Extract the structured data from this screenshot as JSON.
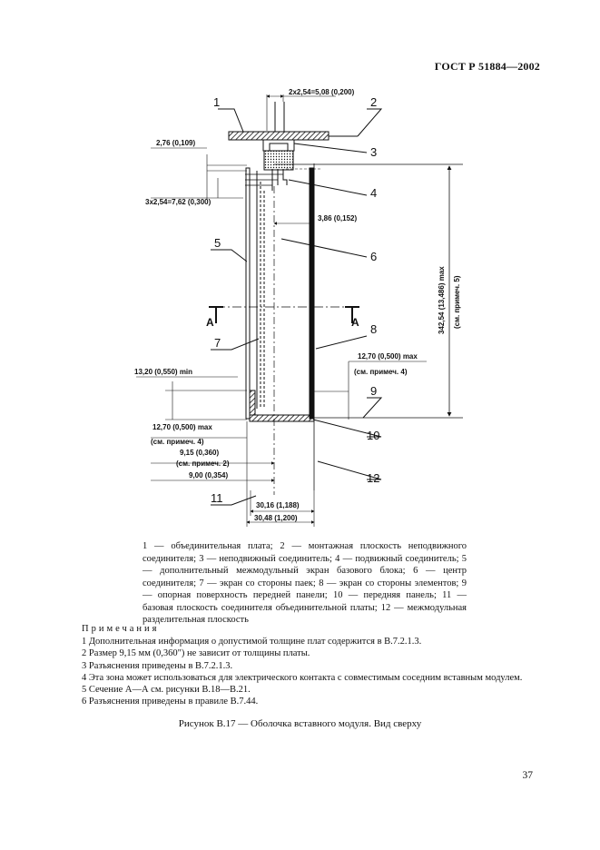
{
  "header": {
    "standard": "ГОСТ Р 51884—2002"
  },
  "drawing": {
    "callouts": [
      "1",
      "2",
      "3",
      "4",
      "5",
      "6",
      "7",
      "8",
      "9",
      "10",
      "11",
      "12"
    ],
    "section_mark": "А",
    "dims": {
      "top_pitch": "2x2,54=5,08 (0,200)",
      "d276": "2,76 (0,109)",
      "pitch3": "3x2,54=7,62 (0,300)",
      "d386": "3,86 (0,152)",
      "d1320": "13,20 (0,550) min",
      "d1270a": "12,70 (0,500) max",
      "d1270a_note": "(см. примеч. 4)",
      "d1270b": "12,70 (0,500) max",
      "d1270b_note": "(см. примеч. 4)",
      "d915": "9,15 (0,360)",
      "d915_note": "(см. примеч. 2)",
      "d900": "9,00 (0,354)",
      "d3016": "30,16 (1,188)",
      "d3048": "30,48 (1,200)",
      "height_main": "342,54 (13,486) max",
      "height_note": "(см. примеч. 5)"
    }
  },
  "legend": [
    "1 — объединительная плата; ",
    "2 — монтажная плоскость неподвижного соединителя; ",
    "3 — неподвижный соединитель; ",
    "4 — подвижный соединитель; ",
    "5 — дополнительный межмодульный экран базового блока; ",
    "6 — центр соединителя; ",
    "7 — экран со стороны паек; ",
    "8 — экран со стороны элементов; ",
    "9 — опорная поверхность передней панели; ",
    "10 — передняя панель; ",
    "11 — базовая плоскость соединителя объединительной платы; ",
    "12 — межмодульная разделительная плоскость"
  ],
  "notes": {
    "heading": "Примечания",
    "items": [
      "1 Дополнительная информация о допустимой толщине плат содержится в В.7.2.1.3.",
      "2 Размер 9,15 мм (0,360\") не зависит от толщины платы.",
      "3 Разъяснения приведены в В.7.2.1.3.",
      "4 Эта зона может использоваться для электрического контакта с совместимым соседним вставным модулем.",
      "5 Сечение А—А см. рисунки В.18—В.21.",
      "6 Разъяснения приведены в правиле В.7.44."
    ]
  },
  "caption": "Рисунок В.17 — Оболочка вставного модуля. Вид сверху",
  "page_number": "37"
}
